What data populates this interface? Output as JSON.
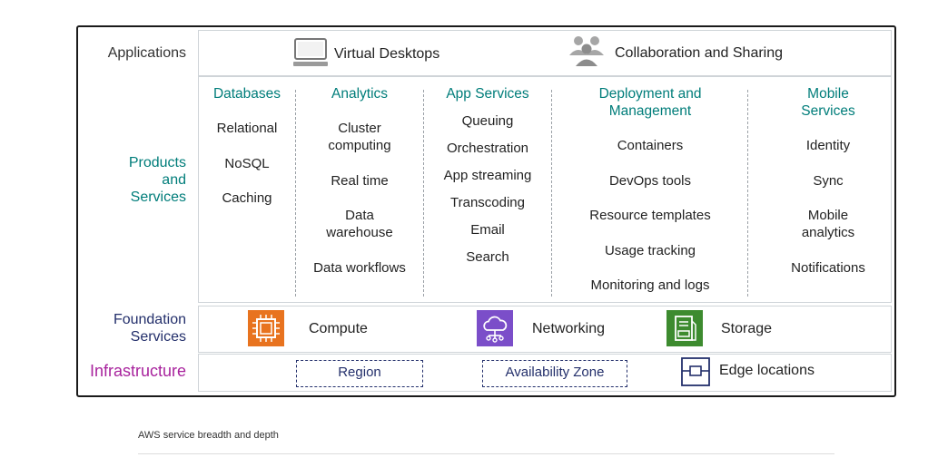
{
  "rows": {
    "applications": "Applications",
    "products": [
      "Products",
      "and",
      "Services"
    ],
    "foundation": [
      "Foundation",
      "Services"
    ],
    "infrastructure": "Infrastructure"
  },
  "applications": {
    "virtual_desktops": "Virtual Desktops",
    "collaboration": "Collaboration and Sharing"
  },
  "columns": [
    {
      "head": [
        "Databases"
      ],
      "items": [
        [
          "Relational"
        ],
        [
          "NoSQL"
        ],
        [
          "Caching"
        ]
      ]
    },
    {
      "head": [
        "Analytics"
      ],
      "items": [
        [
          "Cluster",
          "computing"
        ],
        [
          "Real time"
        ],
        [
          "Data",
          "warehouse"
        ],
        [
          "Data workflows"
        ]
      ]
    },
    {
      "head": [
        "App Services"
      ],
      "items": [
        [
          "Queuing"
        ],
        [
          "Orchestration"
        ],
        [
          "App streaming"
        ],
        [
          "Transcoding"
        ],
        [
          "Email"
        ],
        [
          "Search"
        ]
      ]
    },
    {
      "head": [
        "Deployment and",
        "Management"
      ],
      "items": [
        [
          "Containers"
        ],
        [
          "DevOps tools"
        ],
        [
          "Resource templates"
        ],
        [
          "Usage tracking"
        ],
        [
          "Monitoring and logs"
        ]
      ]
    },
    {
      "head": [
        "Mobile",
        "Services"
      ],
      "items": [
        [
          "Identity"
        ],
        [
          "Sync"
        ],
        [
          "Mobile",
          "analytics"
        ],
        [
          "Notifications"
        ]
      ]
    }
  ],
  "foundation": {
    "compute": "Compute",
    "networking": "Networking",
    "storage": "Storage"
  },
  "infrastructure": {
    "region": "Region",
    "availability_zone": "Availability Zone",
    "edge_locations": "Edge locations"
  },
  "caption": "AWS service breadth and depth",
  "colors": {
    "teal": "#007d7a",
    "navy": "#232f6b",
    "purple": "#a8239d",
    "compute_orange": "#e8731f",
    "networking_purple": "#7b4ec9",
    "storage_green": "#3d8b2f"
  }
}
